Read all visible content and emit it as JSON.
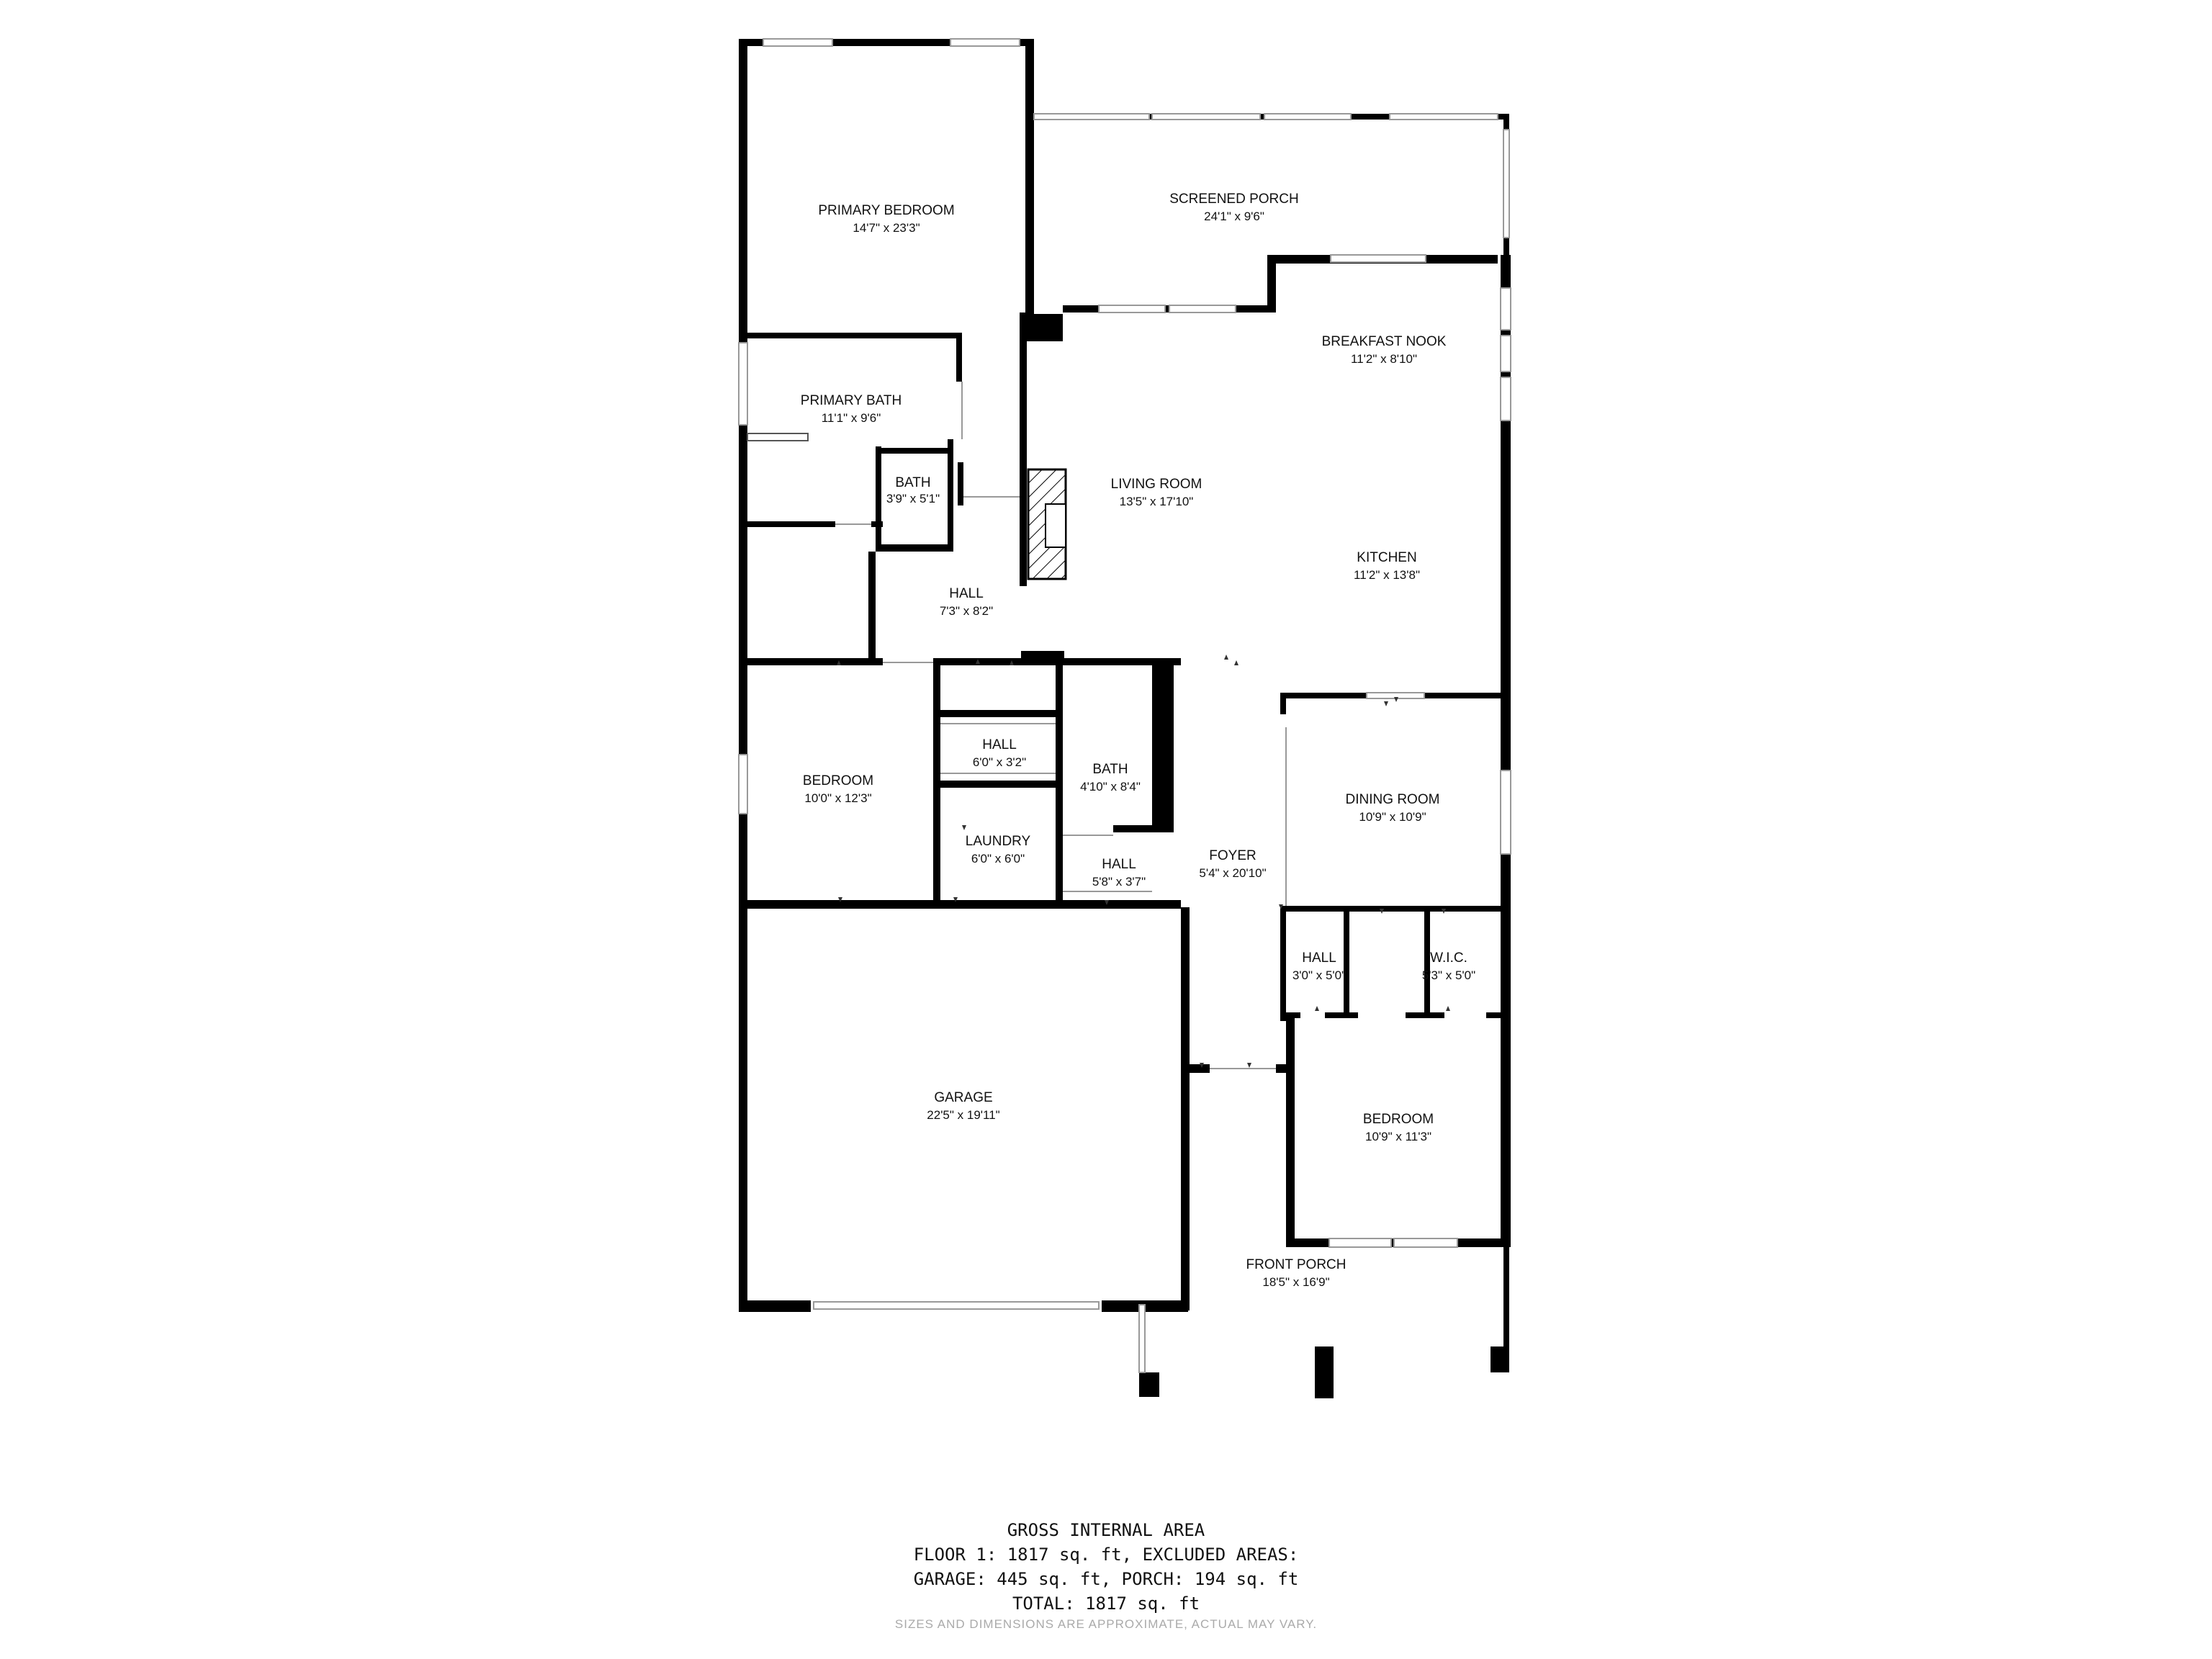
{
  "rooms": [
    {
      "id": "primary-bedroom",
      "name": "PRIMARY BEDROOM",
      "dims": "14'7\" x 23'3\""
    },
    {
      "id": "screened-porch",
      "name": "SCREENED PORCH",
      "dims": "24'1\" x 9'6\""
    },
    {
      "id": "breakfast-nook",
      "name": "BREAKFAST NOOK",
      "dims": "11'2\" x 8'10\""
    },
    {
      "id": "primary-bath",
      "name": "PRIMARY BATH",
      "dims": "11'1\" x 9'6\""
    },
    {
      "id": "bath-small",
      "name": "BATH",
      "dims": "3'9\" x 5'1\""
    },
    {
      "id": "living-room",
      "name": "LIVING ROOM",
      "dims": "13'5\" x 17'10\""
    },
    {
      "id": "kitchen",
      "name": "KITCHEN",
      "dims": "11'2\" x 13'8\""
    },
    {
      "id": "hall-1",
      "name": "HALL",
      "dims": "7'3\" x 8'2\""
    },
    {
      "id": "bedroom-1",
      "name": "BEDROOM",
      "dims": "10'0\" x 12'3\""
    },
    {
      "id": "hall-2",
      "name": "HALL",
      "dims": "6'0\" x 3'2\""
    },
    {
      "id": "bath-2",
      "name": "BATH",
      "dims": "4'10\" x 8'4\""
    },
    {
      "id": "dining-room",
      "name": "DINING ROOM",
      "dims": "10'9\" x 10'9\""
    },
    {
      "id": "laundry",
      "name": "LAUNDRY",
      "dims": "6'0\" x 6'0\""
    },
    {
      "id": "hall-3",
      "name": "HALL",
      "dims": "5'8\" x 3'7\""
    },
    {
      "id": "foyer",
      "name": "FOYER",
      "dims": "5'4\" x 20'10\""
    },
    {
      "id": "hall-4",
      "name": "HALL",
      "dims": "3'0\" x 5'0\""
    },
    {
      "id": "wic",
      "name": "W.I.C.",
      "dims": "5'3\" x 5'0\""
    },
    {
      "id": "garage",
      "name": "GARAGE",
      "dims": "22'5\" x 19'11\""
    },
    {
      "id": "bedroom-2",
      "name": "BEDROOM",
      "dims": "10'9\" x 11'3\""
    },
    {
      "id": "front-porch",
      "name": "FRONT PORCH",
      "dims": "18'5\" x 16'9\""
    }
  ],
  "summary": {
    "title": "GROSS INTERNAL AREA",
    "line1": "FLOOR 1: 1817 sq. ft, EXCLUDED AREAS:",
    "line2": "GARAGE: 445 sq. ft, PORCH: 194 sq. ft",
    "line3": "TOTAL: 1817 sq. ft",
    "disclaimer": "SIZES AND DIMENSIONS ARE APPROXIMATE, ACTUAL MAY VARY."
  },
  "colors": {
    "wall": "#000000",
    "window": "#bbbbbb",
    "hatch": "#000000"
  }
}
